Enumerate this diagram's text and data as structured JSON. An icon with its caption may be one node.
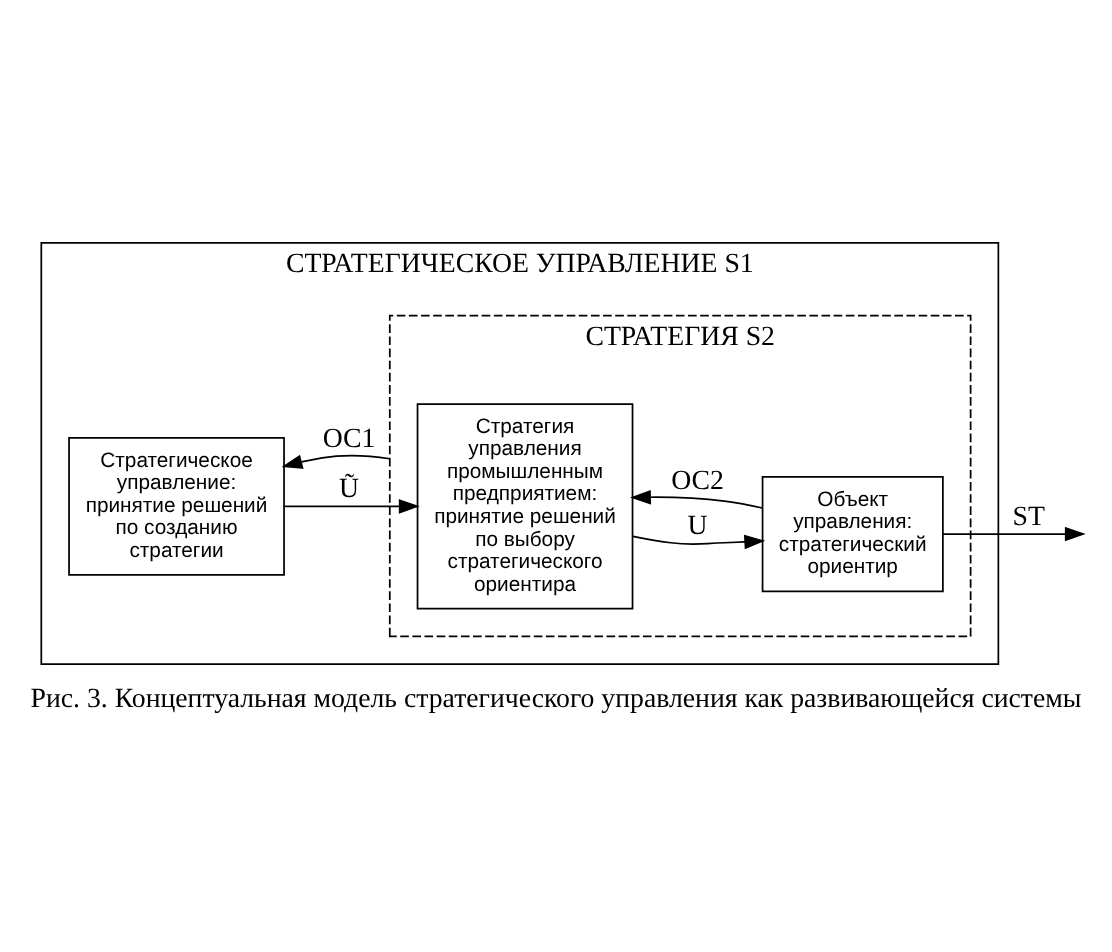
{
  "diagram": {
    "caption": "Рис. 3. Концептуальная модель стратегического управления как развивающейся системы",
    "nodes": [
      {
        "text": [
          "СТРАТЕГИЧЕСКОЕ УПРАВЛЕНИЕ S1"
        ]
      },
      {
        "text": [
          "Стратегическое управление: принятие решений по созданию стратегии"
        ],
        "in": 0
      },
      {
        "text": [
          "СТРАТЕГИЯ S2"
        ],
        "in": 0
      },
      {
        "text": [
          "Стратегия управления промышленным предприятием: принятие решений по выбору стратегического ориентира"
        ],
        "in": 2
      },
      {
        "text": [
          "Объект управления: стратегический ориентир"
        ],
        "in": 2
      }
    ],
    "edges": [
      {
        "from": 1,
        "to": 3,
        "arrow": "to",
        "label": "Ũ"
      },
      {
        "from": 3,
        "to": 4,
        "arrow": "to",
        "label": "U"
      },
      {
        "from": 4,
        "to": null,
        "arrow": "to",
        "label": "ST"
      },
      {
        "from": 4,
        "to": 3,
        "arrow": "to",
        "label": "ОС2"
      },
      {
        "from": 2,
        "to": 1,
        "arrow": "to",
        "label": "ОС1"
      }
    ]
  }
}
